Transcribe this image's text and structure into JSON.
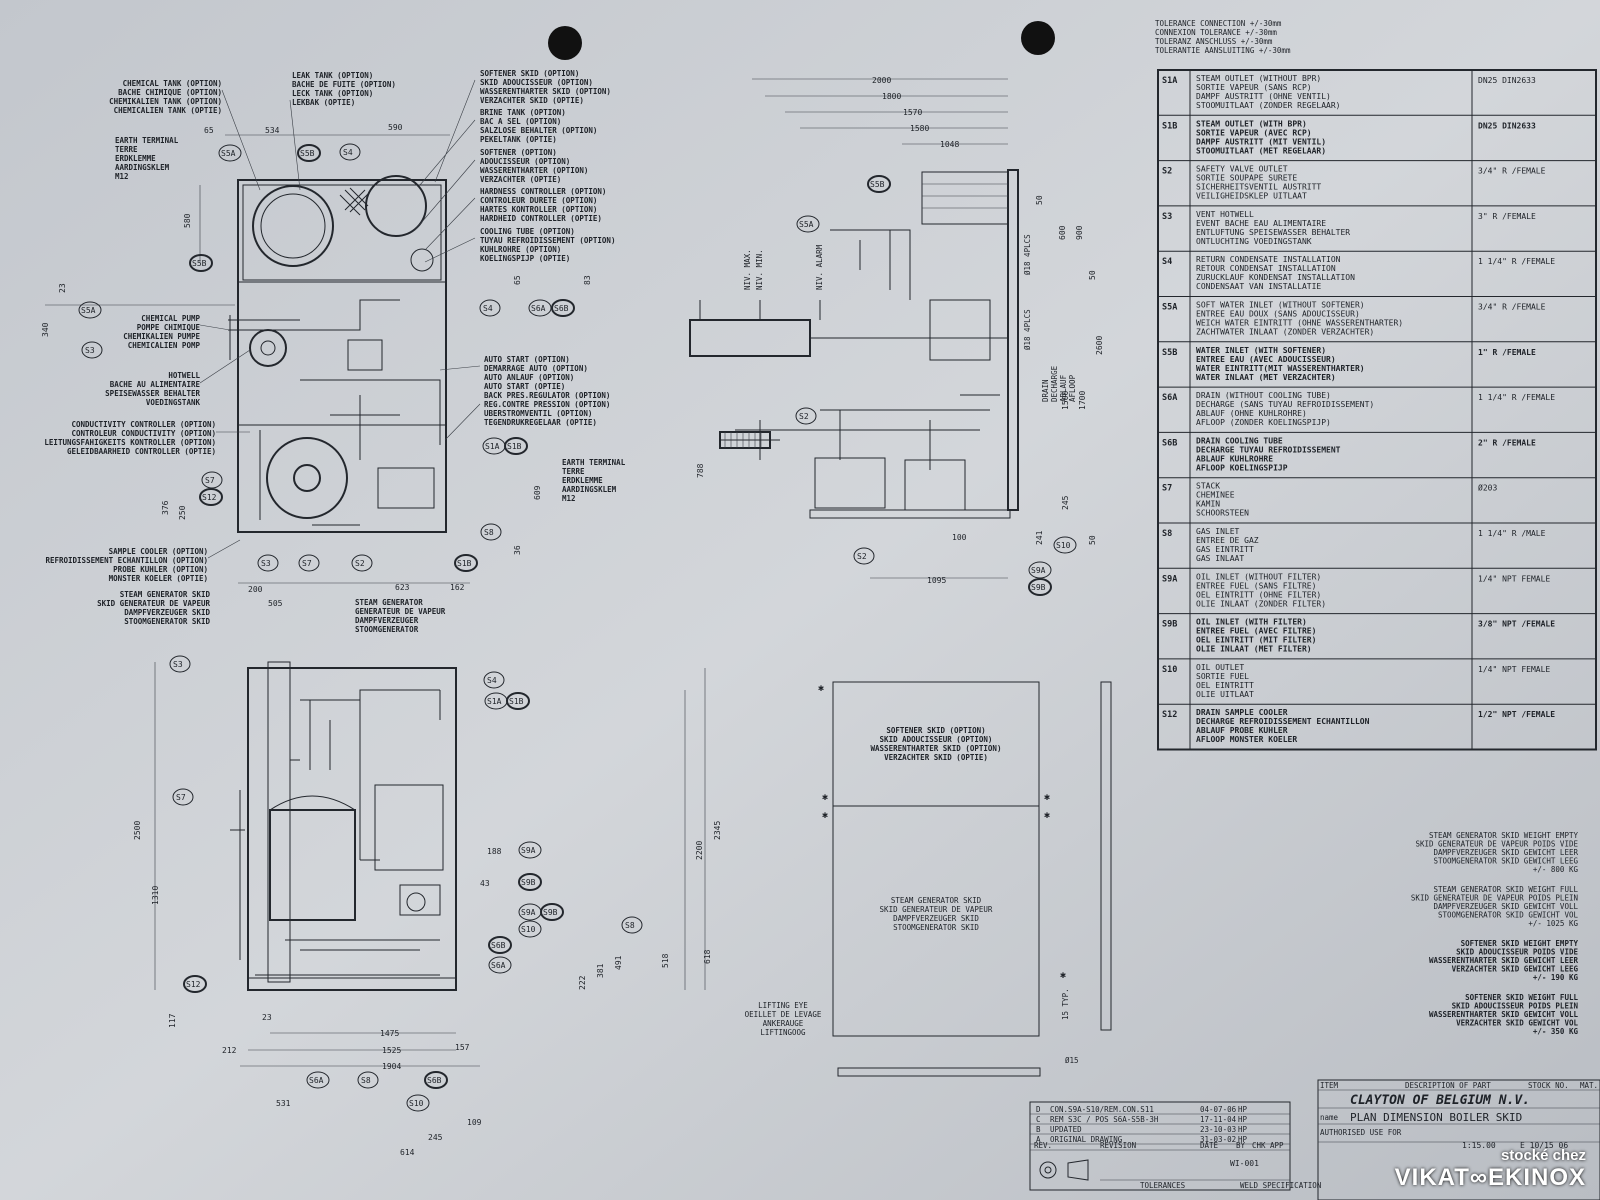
{
  "tolerance_note": [
    "TOLERANCE CONNECTION +/-30mm",
    "CONNEXION TOLERANCE +/-30mm",
    "TOLERANZ ANSCHLUSS +/-30mm",
    "TOLERANTIE AANSLUITING +/-30mm"
  ],
  "plan_labels": {
    "chemical_tank": [
      "CHEMICAL TANK (OPTION)",
      "BACHE CHIMIQUE (OPTION)",
      "CHEMIKALIEN TANK (OPTION)",
      "CHEMICALIEN TANK (OPTIE)"
    ],
    "leak_tank": [
      "LEAK TANK (OPTION)",
      "BACHE DE FUITE (OPTION)",
      "LECK TANK (OPTION)",
      "LEKBAK (OPTIE)"
    ],
    "softener_skid": [
      "SOFTENER SKID (OPTION)",
      "SKID ADOUCISSEUR (OPTION)",
      "WASSERENTHARTER SKID (OPTION)",
      "VERZACHTER SKID (OPTIE)"
    ],
    "brine_tank": [
      "BRINE TANK (OPTION)",
      "BAC A SEL (OPTION)",
      "SALZLOSE BEHALTER (OPTION)",
      "PEKELTANK (OPTIE)"
    ],
    "softener": [
      "SOFTENER (OPTION)",
      "ADOUCISSEUR (OPTION)",
      "WASSERENTHARTER (OPTION)",
      "VERZACHTER (OPTIE)"
    ],
    "hardness_controller": [
      "HARDNESS CONTROLLER (OPTION)",
      "CONTROLEUR DURETE (OPTION)",
      "HARTES KONTROLLER (OPTION)",
      "HARDHEID CONTROLLER (OPTIE)"
    ],
    "cooling_tube": [
      "COOLING TUBE (OPTION)",
      "TUYAU REFROIDISSEMENT (OPTION)",
      "KUHLROHRE (OPTION)",
      "KOELINGSPIJP (OPTIE)"
    ],
    "earth_terminal": [
      "EARTH TERMINAL",
      "TERRE",
      "ERDKLEMME",
      "AARDINGSKLEM",
      "M12"
    ],
    "chemical_pump": [
      "CHEMICAL PUMP",
      "POMPE CHIMIQUE",
      "CHEMIKALIEN PUMPE",
      "CHEMICALIEN POMP"
    ],
    "hotwell": [
      "HOTWELL",
      "BACHE AU ALIMENTAIRE",
      "SPEISEWASSER BEHALTER",
      "VOEDINGSTANK"
    ],
    "conductivity_controller": [
      "CONDUCTIVITY CONTROLLER (OPTION)",
      "CONTROLEUR CONDUCTIVITY (OPTION)",
      "LEITUNGSFAHIGKEITS KONTROLLER (OPTION)",
      "GELEIDBAARHEID CONTROLLER (OPTIE)"
    ],
    "auto_start": [
      "AUTO START (OPTION)",
      "DEMARRAGE AUTO (OPTION)",
      "AUTO ANLAUF (OPTION)",
      "AUTO START (OPTIE)"
    ],
    "back_pres_regulator": [
      "BACK PRES.REGULATOR (OPTION)",
      "REG.CONTRE PRESSION (OPTION)",
      "UBERSTROMVENTIL (OPTION)",
      "TEGENDRUKREGELAAR (OPTIE)"
    ],
    "earth_terminal_2": [
      "EARTH TERMINAL",
      "TERRE",
      "ERDKLEMME",
      "AARDINGSKLEM",
      "M12"
    ],
    "sample_cooler": [
      "SAMPLE COOLER (OPTION)",
      "REFROIDISSEMENT ECHANTILLON (OPTION)",
      "PROBE KUHLER (OPTION)",
      "MONSTER KOELER (OPTIE)"
    ],
    "steam_generator_skid": [
      "STEAM GENERATOR SKID",
      "SKID GENERATEUR DE VAPEUR",
      "DAMPFVERZEUGER SKID",
      "STOOMGENERATOR SKID"
    ],
    "steam_generator": [
      "STEAM GENERATOR",
      "GENERATEUR DE VAPEUR",
      "DAMPFVERZEUGER",
      "STOOMGENERATOR"
    ],
    "drain": [
      "DRAIN",
      "DECHARGE",
      "ABLAUF",
      "AFLOOP"
    ],
    "lifting_eye": [
      "LIFTING EYE",
      "OEILLET DE LEVAGE",
      "ANKERAUGE",
      "LIFTINGOOG"
    ],
    "footprint_softener": [
      "SOFTENER SKID (OPTION)",
      "SKID ADOUCISSEUR (OPTION)",
      "WASSERENTHARTER SKID (OPTION)",
      "VERZACHTER SKID (OPTIE)"
    ],
    "footprint_steam": [
      "STEAM GENERATOR SKID",
      "SKID GENERATEUR DE VAPEUR",
      "DAMPFVERZEUGER SKID",
      "STOOMGENERATOR SKID"
    ],
    "nw_max": "NIV. MAX.",
    "nw_min": "NIV. MIN.",
    "nw_alarm": "NIV. ALARM",
    "pcs_18_a": "Ø18 4PLCS",
    "pcs_18_b": "Ø18 4PLCS",
    "typ_15": "15 TYP.",
    "hole_15": "Ø15"
  },
  "dimensions": {
    "top_65": "65",
    "top_534": "534",
    "top_590": "590",
    "top_580": "580",
    "top_23": "23",
    "top_340": "340",
    "top_65b": "65",
    "top_83": "83",
    "top_376": "376",
    "top_250": "250",
    "top_609": "609",
    "top_36": "36",
    "top_200": "200",
    "top_623": "623",
    "top_162": "162",
    "top_505": "505",
    "side_2000": "2000",
    "side_1800": "1800",
    "side_1570": "1570",
    "side_1580": "1580",
    "side_1048": "1048",
    "side_50a": "50",
    "side_600": "600",
    "side_900": "900",
    "side_50b": "50",
    "side_2600": "2600",
    "side_1500": "1500",
    "side_1700": "1700",
    "side_245": "245",
    "side_50c": "50",
    "side_788": "788",
    "side_100": "100",
    "side_241": "241",
    "side_1095": "1095",
    "front_2500": "2500",
    "front_1310": "1310",
    "front_2200": "2200",
    "front_2345": "2345",
    "front_188": "188",
    "front_43": "43",
    "front_222": "222",
    "front_381": "381",
    "front_491": "491",
    "front_518": "518",
    "front_618": "618",
    "front_117": "117",
    "front_23": "23",
    "front_1475": "1475",
    "front_212": "212",
    "front_1525": "1525",
    "front_157": "157",
    "front_1904": "1904",
    "front_531": "531",
    "front_109": "109",
    "front_245": "245",
    "front_614": "614"
  },
  "tags": [
    "S1A",
    "S1B",
    "S2",
    "S3",
    "S4",
    "S5A",
    "S5B",
    "S6A",
    "S6B",
    "S7",
    "S8",
    "S9A",
    "S9B",
    "S10",
    "S12"
  ],
  "connections": [
    {
      "code": "S1A",
      "desc": [
        "STEAM OUTLET (WITHOUT BPR)",
        "SORTIE VAPEUR (SANS RCP)",
        "DAMPF AUSTRITT (OHNE VENTIL)",
        "STOOMUITLAAT (ZONDER REGELAAR)"
      ],
      "size": "DN25 DIN2633",
      "bold": false
    },
    {
      "code": "S1B",
      "desc": [
        "STEAM OUTLET (WITH BPR)",
        "SORTIE VAPEUR (AVEC RCP)",
        "DAMPF AUSTRITT (MIT VENTIL)",
        "STOOMUITLAAT (MET REGELAAR)"
      ],
      "size": "DN25 DIN2633",
      "bold": true
    },
    {
      "code": "S2",
      "desc": [
        "SAFETY VALVE OUTLET",
        "SORTIE SOUPAPE SURETE",
        "SICHERHEITSVENTIL AUSTRITT",
        "VEILIGHEIDSKLEP UITLAAT"
      ],
      "size": "3/4\" R /FEMALE",
      "bold": false
    },
    {
      "code": "S3",
      "desc": [
        "VENT HOTWELL",
        "EVENT BACHE EAU ALIMENTAIRE",
        "ENTLUFTUNG SPEISEWASSER BEHALTER",
        "ONTLUCHTING VOEDINGSTANK"
      ],
      "size": "3\" R /FEMALE",
      "bold": false
    },
    {
      "code": "S4",
      "desc": [
        "RETURN CONDENSATE INSTALLATION",
        "RETOUR CONDENSAT INSTALLATION",
        "ZURUCKLAUF KONDENSAT INSTALLATION",
        "CONDENSAAT VAN INSTALLATIE"
      ],
      "size": "1 1/4\" R /FEMALE",
      "bold": false
    },
    {
      "code": "S5A",
      "desc": [
        "SOFT WATER INLET (WITHOUT SOFTENER)",
        "ENTREE EAU DOUX (SANS ADOUCISSEUR)",
        "WEICH WATER EINTRITT (OHNE WASSERENTHARTER)",
        "ZACHTWATER INLAAT (ZONDER VERZACHTER)"
      ],
      "size": "3/4\" R /FEMALE",
      "bold": false
    },
    {
      "code": "S5B",
      "desc": [
        "WATER INLET (WITH SOFTENER)",
        "ENTREE EAU (AVEC ADOUCISSEUR)",
        "WATER EINTRITT(MIT WASSERENTHARTER)",
        "WATER INLAAT (MET VERZACHTER)"
      ],
      "size": "1\" R /FEMALE",
      "bold": true
    },
    {
      "code": "S6A",
      "desc": [
        "DRAIN (WITHOUT COOLING TUBE)",
        "DECHARGE (SANS TUYAU REFROIDISSEMENT)",
        "ABLAUF (OHNE KUHLROHRE)",
        "AFLOOP (ZONDER KOELINGSPIJP)"
      ],
      "size": "1 1/4\" R /FEMALE",
      "bold": false
    },
    {
      "code": "S6B",
      "desc": [
        "DRAIN COOLING TUBE",
        "DECHARGE TUYAU REFROIDISSEMENT",
        "ABLAUF KUHLROHRE",
        "AFLOOP KOELINGSPIJP"
      ],
      "size": "2\" R /FEMALE",
      "bold": true
    },
    {
      "code": "S7",
      "desc": [
        "STACK",
        "CHEMINEE",
        "KAMIN",
        "SCHOORSTEEN"
      ],
      "size": "Ø203",
      "bold": false
    },
    {
      "code": "S8",
      "desc": [
        "GAS INLET",
        "ENTREE DE GAZ",
        "GAS EINTRITT",
        "GAS INLAAT"
      ],
      "size": "1 1/4\" R /MALE",
      "bold": false
    },
    {
      "code": "S9A",
      "desc": [
        "OIL INLET (WITHOUT FILTER)",
        "ENTREE FUEL (SANS FILTRE)",
        "OEL EINTRITT (OHNE FILTER)",
        "OLIE INLAAT (ZONDER FILTER)"
      ],
      "size": "1/4\" NPT FEMALE",
      "bold": false
    },
    {
      "code": "S9B",
      "desc": [
        "OIL INLET (WITH FILTER)",
        "ENTREE FUEL (AVEC FILTRE)",
        "OEL EINTRITT (MIT FILTER)",
        "OLIE INLAAT (MET FILTER)"
      ],
      "size": "3/8\" NPT /FEMALE",
      "bold": true
    },
    {
      "code": "S10",
      "desc": [
        "OIL OUTLET",
        "SORTIE FUEL",
        "OEL EINTRITT",
        "OLIE UITLAAT"
      ],
      "size": "1/4\" NPT FEMALE",
      "bold": false
    },
    {
      "code": "S12",
      "desc": [
        "DRAIN SAMPLE COOLER",
        "DECHARGE REFROIDISSEMENT ECHANTILLON",
        "ABLAUF PROBE KUHLER",
        "AFLOOP MONSTER KOELER"
      ],
      "size": "1/2\" NPT /FEMALE",
      "bold": true
    }
  ],
  "weights": [
    {
      "lines": [
        "STEAM GENERATOR SKID WEIGHT EMPTY",
        "SKID GENERATEUR DE VAPEUR POIDS VIDE",
        "DAMPFVERZEUGER SKID GEWICHT LEER",
        "STOOMGENERATOR SKID GEWICHT LEEG",
        "+/- 800 KG"
      ],
      "bold": false
    },
    {
      "lines": [
        "STEAM GENERATOR SKID WEIGHT FULL",
        "SKID GENERATEUR DE VAPEUR POIDS PLEIN",
        "DAMPFVERZEUGER SKID GEWICHT VOLL",
        "STOOMGENERATOR SKID GEWICHT VOL",
        "+/- 1025 KG"
      ],
      "bold": false
    },
    {
      "lines": [
        "SOFTENER SKID WEIGHT EMPTY",
        "SKID ADOUCISSEUR POIDS VIDE",
        "WASSERENTHARTER SKID GEWICHT LEER",
        "VERZACHTER SKID GEWICHT LEEG",
        "+/- 190 KG"
      ],
      "bold": true
    },
    {
      "lines": [
        "SOFTENER SKID WEIGHT FULL",
        "SKID ADOUCISSEUR POIDS PLEIN",
        "WASSERENTHARTER SKID GEWICHT VOLL",
        "VERZACHTER SKID GEWICHT VOL",
        "+/- 350 KG"
      ],
      "bold": true
    }
  ],
  "revisions": [
    {
      "rev": "D",
      "text": "CON.S9A-S10/REM.CON.S11",
      "date": "04-07-06",
      "by": "HP"
    },
    {
      "rev": "C",
      "text": "REM S3C / POS S6A-S5B-3H",
      "date": "17-11-04",
      "by": "HP"
    },
    {
      "rev": "B",
      "text": "UPDATED",
      "date": "23-10-03",
      "by": "HP"
    },
    {
      "rev": "A",
      "text": "ORIGINAL DRAWING",
      "date": "31-03-02",
      "by": "HP"
    }
  ],
  "revision_header": {
    "rev": "REV.",
    "revision": "REVISION",
    "date": "DATE",
    "by": "BY",
    "chk": "CHK",
    "app": "APP"
  },
  "title_block": {
    "item_header": "ITEM",
    "description_header": "DESCRIPTION OF PART",
    "stock_header": "STOCK NO.",
    "material_header": "MAT.",
    "company": "CLAYTON OF BELGIUM N.V.",
    "name_label": "name",
    "drawing_name": "PLAN DIMENSION BOILER SKID",
    "authorised": "AUTHORISED USE FOR",
    "scale": "1:15.00",
    "drawing_no": "E 10/15 06",
    "wi_no": "WI-001",
    "tolerances": "TOLERANCES",
    "weld_spec": "WELD SPECIFICATION"
  },
  "watermark": {
    "top": "stocké chez",
    "brand": "VIKAT∞EKINOX"
  }
}
